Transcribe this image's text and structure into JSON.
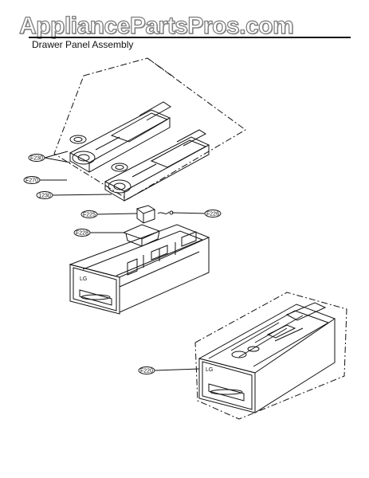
{
  "watermark": "AppliancePartsPros.com",
  "header": {
    "title": "Drawer Panel Assembly"
  },
  "callouts": {
    "c1": "F230",
    "c2": "F270",
    "c3": "1230",
    "c4": "F225",
    "c5": "F226",
    "c6": "F228",
    "c7": "F220"
  },
  "logo_text": "LG",
  "colors": {
    "line": "#111111",
    "watermark_outline": "#7a7a7a",
    "background": "#ffffff"
  }
}
